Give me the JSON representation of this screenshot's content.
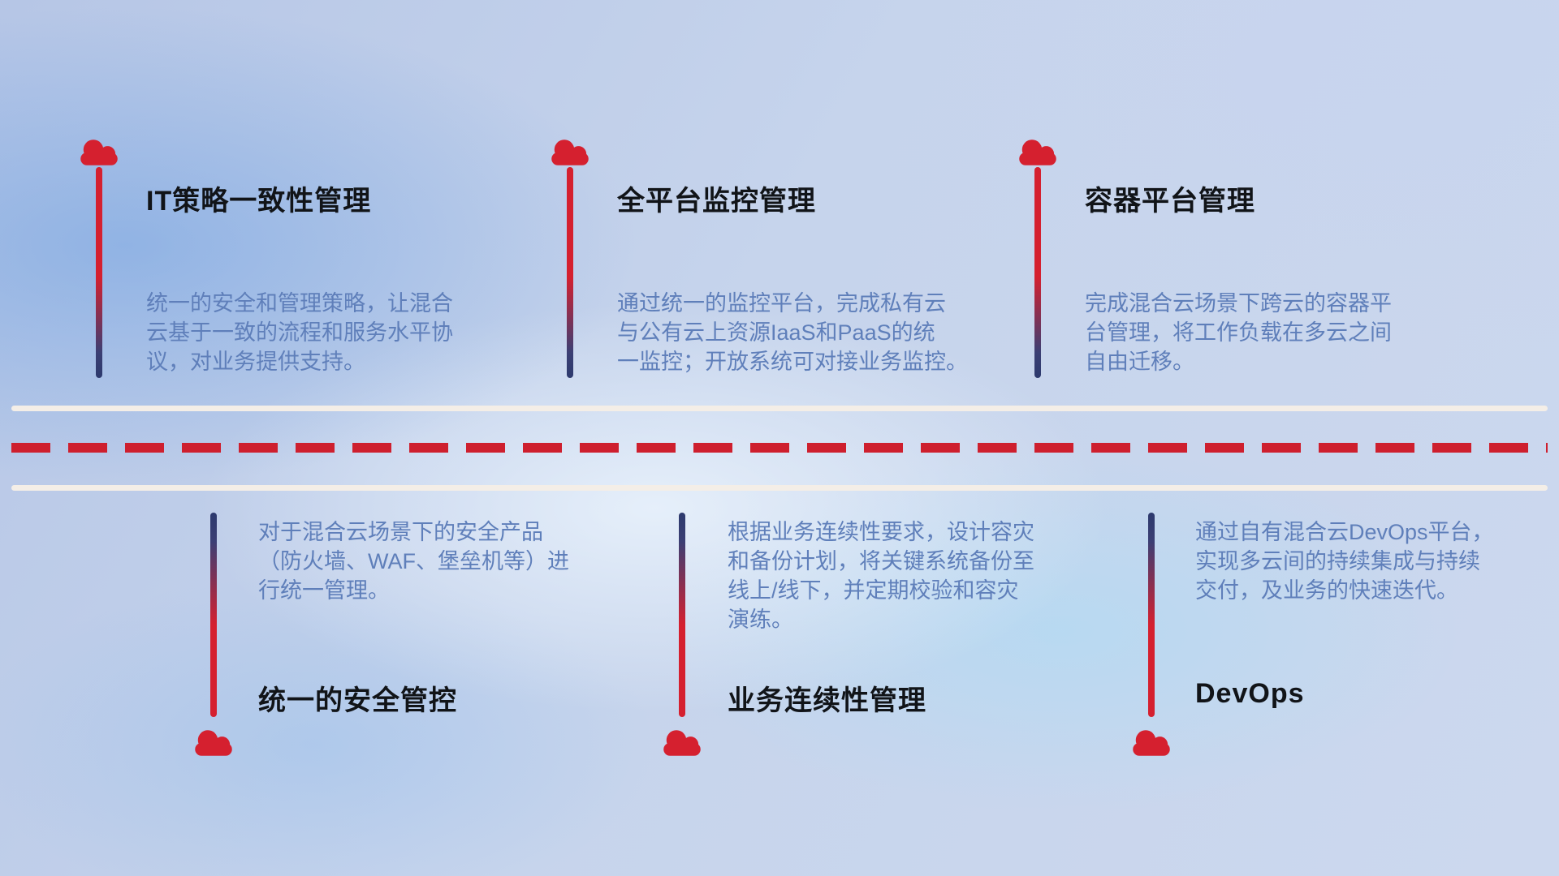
{
  "colors": {
    "cloud_red": "#d5202f",
    "stem_navy": "#2d3a6e",
    "title_text": "#111418",
    "description_text": "#5f7fba",
    "divider_white": "#f4eee7",
    "dashed_red": "#ce1f2e"
  },
  "items": [
    {
      "row": "top",
      "title": "IT策略一致性管理",
      "description": "统一的安全和管理策略，让混合\n云基于一致的流程和服务水平协\n议，对业务提供支持。"
    },
    {
      "row": "top",
      "title": "全平台监控管理",
      "description": "通过统一的监控平台，完成私有云\n与公有云上资源IaaS和PaaS的统\n一监控；开放系统可对接业务监控。"
    },
    {
      "row": "top",
      "title": "容器平台管理",
      "description": "完成混合云场景下跨云的容器平\n台管理，将工作负载在多云之间\n自由迁移。"
    },
    {
      "row": "bottom",
      "title": "统一的安全管控",
      "description": "对于混合云场景下的安全产品\n（防火墙、WAF、堡垒机等）进\n行统一管理。"
    },
    {
      "row": "bottom",
      "title": "业务连续性管理",
      "description": "根据业务连续性要求，设计容灾\n和备份计划，将关键系统备份至\n线上/线下，并定期校验和容灾\n演练。"
    },
    {
      "row": "bottom",
      "title": "DevOps",
      "description": "通过自有混合云DevOps平台，\n实现多云间的持续集成与持续\n交付，及业务的快速迭代。"
    }
  ]
}
